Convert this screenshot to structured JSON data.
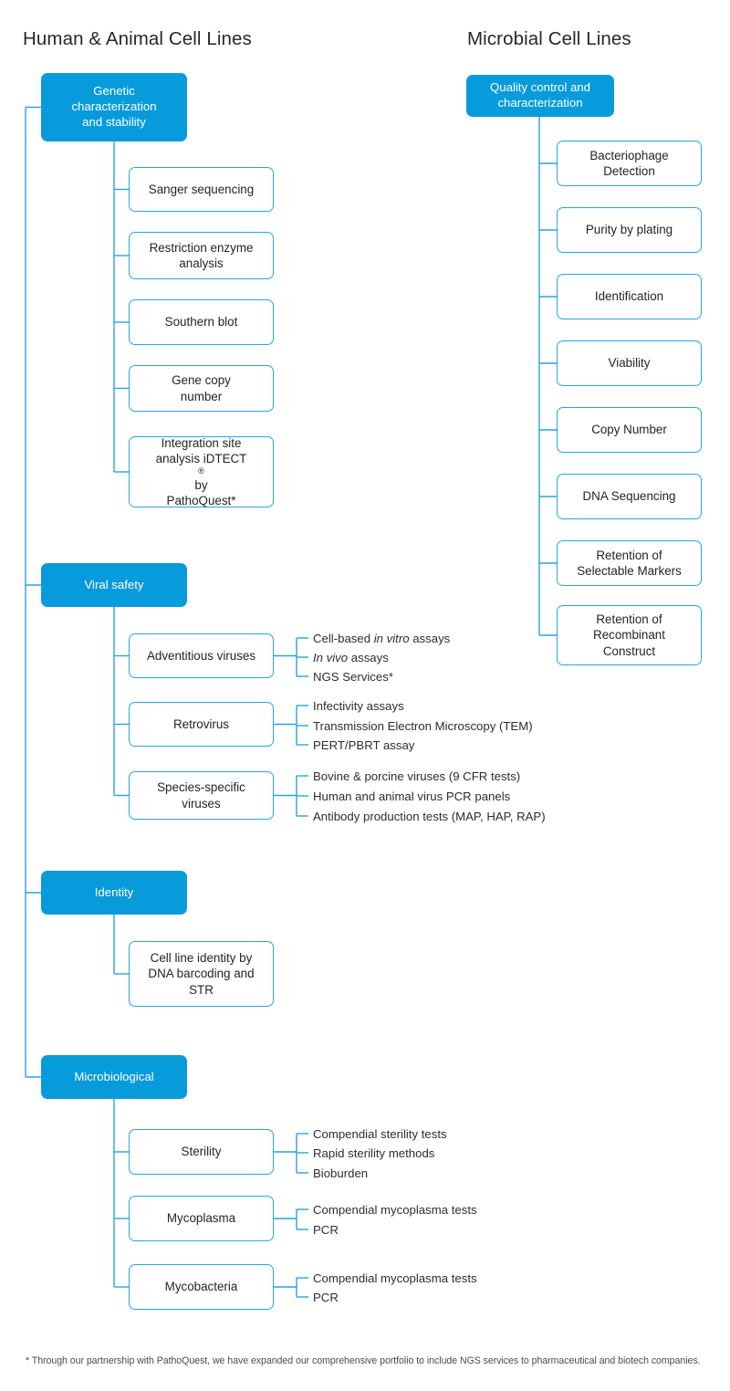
{
  "theme": {
    "brand_blue": "#079bdb",
    "border_blue": "#2aa4e0",
    "wire_blue": "#29a3e0",
    "text_dark": "#26282a",
    "page_bg": "#ffffff"
  },
  "columns": [
    {
      "id": "human-animal",
      "title": "Human & Animal Cell Lines"
    },
    {
      "id": "microbial",
      "title": "Microbial Cell Lines"
    }
  ],
  "human_animal": {
    "branches": [
      {
        "id": "genetic",
        "label": "Genetic characterization and stability",
        "label_lines": [
          "Genetic",
          "characterization",
          "and stability"
        ],
        "children": [
          {
            "label": "Sanger sequencing",
            "lines": [
              "Sanger sequencing"
            ]
          },
          {
            "label": "Restriction enzyme analysis",
            "lines": [
              "Restriction enzyme",
              "analysis"
            ]
          },
          {
            "label": "Southern blot",
            "lines": [
              "Southern blot"
            ]
          },
          {
            "label": "Gene copy number",
            "lines": [
              "Gene copy",
              "number"
            ]
          },
          {
            "label": "Integration site analysis iDTECT® by PathoQuest*",
            "lines": [
              "Integration site",
              "analysis iDTECT® by",
              "PathoQuest*"
            ]
          }
        ]
      },
      {
        "id": "viral-safety",
        "label": "Viral safety",
        "label_lines": [
          "Viral safety"
        ],
        "children": [
          {
            "label": "Adventitious viruses",
            "lines": [
              "Adventitious viruses"
            ],
            "bullets": [
              "Cell-based in vitro assays",
              "In vivo assays",
              "NGS Services*"
            ]
          },
          {
            "label": "Retrovirus",
            "lines": [
              "Retrovirus"
            ],
            "bullets": [
              "Infectivity assays",
              "Transmission Electron Microscopy (TEM)",
              "PERT/PBRT assay"
            ]
          },
          {
            "label": "Species-specific viruses",
            "lines": [
              "Species-specific",
              "viruses"
            ],
            "bullets": [
              "Bovine & porcine viruses (9 CFR tests)",
              "Human and animal virus PCR panels",
              "Antibody production tests (MAP, HAP, RAP)"
            ]
          }
        ]
      },
      {
        "id": "identity",
        "label": "Identity",
        "label_lines": [
          "Identity"
        ],
        "children": [
          {
            "label": "Cell line identity by DNA barcoding and STR",
            "lines": [
              "Cell line identity by",
              "DNA barcoding and",
              "STR"
            ]
          }
        ]
      },
      {
        "id": "microbiological",
        "label": "Microbiological",
        "label_lines": [
          "Microbiological"
        ],
        "children": [
          {
            "label": "Sterility",
            "lines": [
              "Sterility"
            ],
            "bullets": [
              "Compendial sterility tests",
              "Rapid sterility methods",
              "Bioburden"
            ]
          },
          {
            "label": "Mycoplasma",
            "lines": [
              "Mycoplasma"
            ],
            "bullets": [
              "Compendial mycoplasma tests",
              "PCR"
            ]
          },
          {
            "label": "Mycobacteria",
            "lines": [
              "Mycobacteria"
            ],
            "bullets": [
              "Compendial mycoplasma tests",
              "PCR"
            ]
          }
        ]
      }
    ]
  },
  "microbial": {
    "branches": [
      {
        "id": "quality-control",
        "label": "Quality control and characterization",
        "label_lines": [
          "Quality control and",
          "characterization"
        ],
        "children": [
          {
            "label": "Bacteriophage Detection",
            "lines": [
              "Bacteriophage",
              "Detection"
            ]
          },
          {
            "label": "Purity by plating",
            "lines": [
              "Purity by plating"
            ]
          },
          {
            "label": "Identification",
            "lines": [
              "Identification"
            ]
          },
          {
            "label": "Viability",
            "lines": [
              "Viability"
            ]
          },
          {
            "label": "Copy Number",
            "lines": [
              "Copy Number"
            ]
          },
          {
            "label": "DNA Sequencing",
            "lines": [
              "DNA Sequencing"
            ]
          },
          {
            "label": "Retention of Selectable Markers",
            "lines": [
              "Retention of",
              "Selectable Markers"
            ]
          },
          {
            "label": "Retention of Recombinant Construct",
            "lines": [
              "Retention of",
              "Recombinant",
              "Construct"
            ]
          }
        ]
      }
    ]
  },
  "footnote": {
    "text": "* Through our partnership with PathoQuest, we have expanded our comprehensive portfolio to include NGS services to pharmaceutical and biotech companies."
  }
}
